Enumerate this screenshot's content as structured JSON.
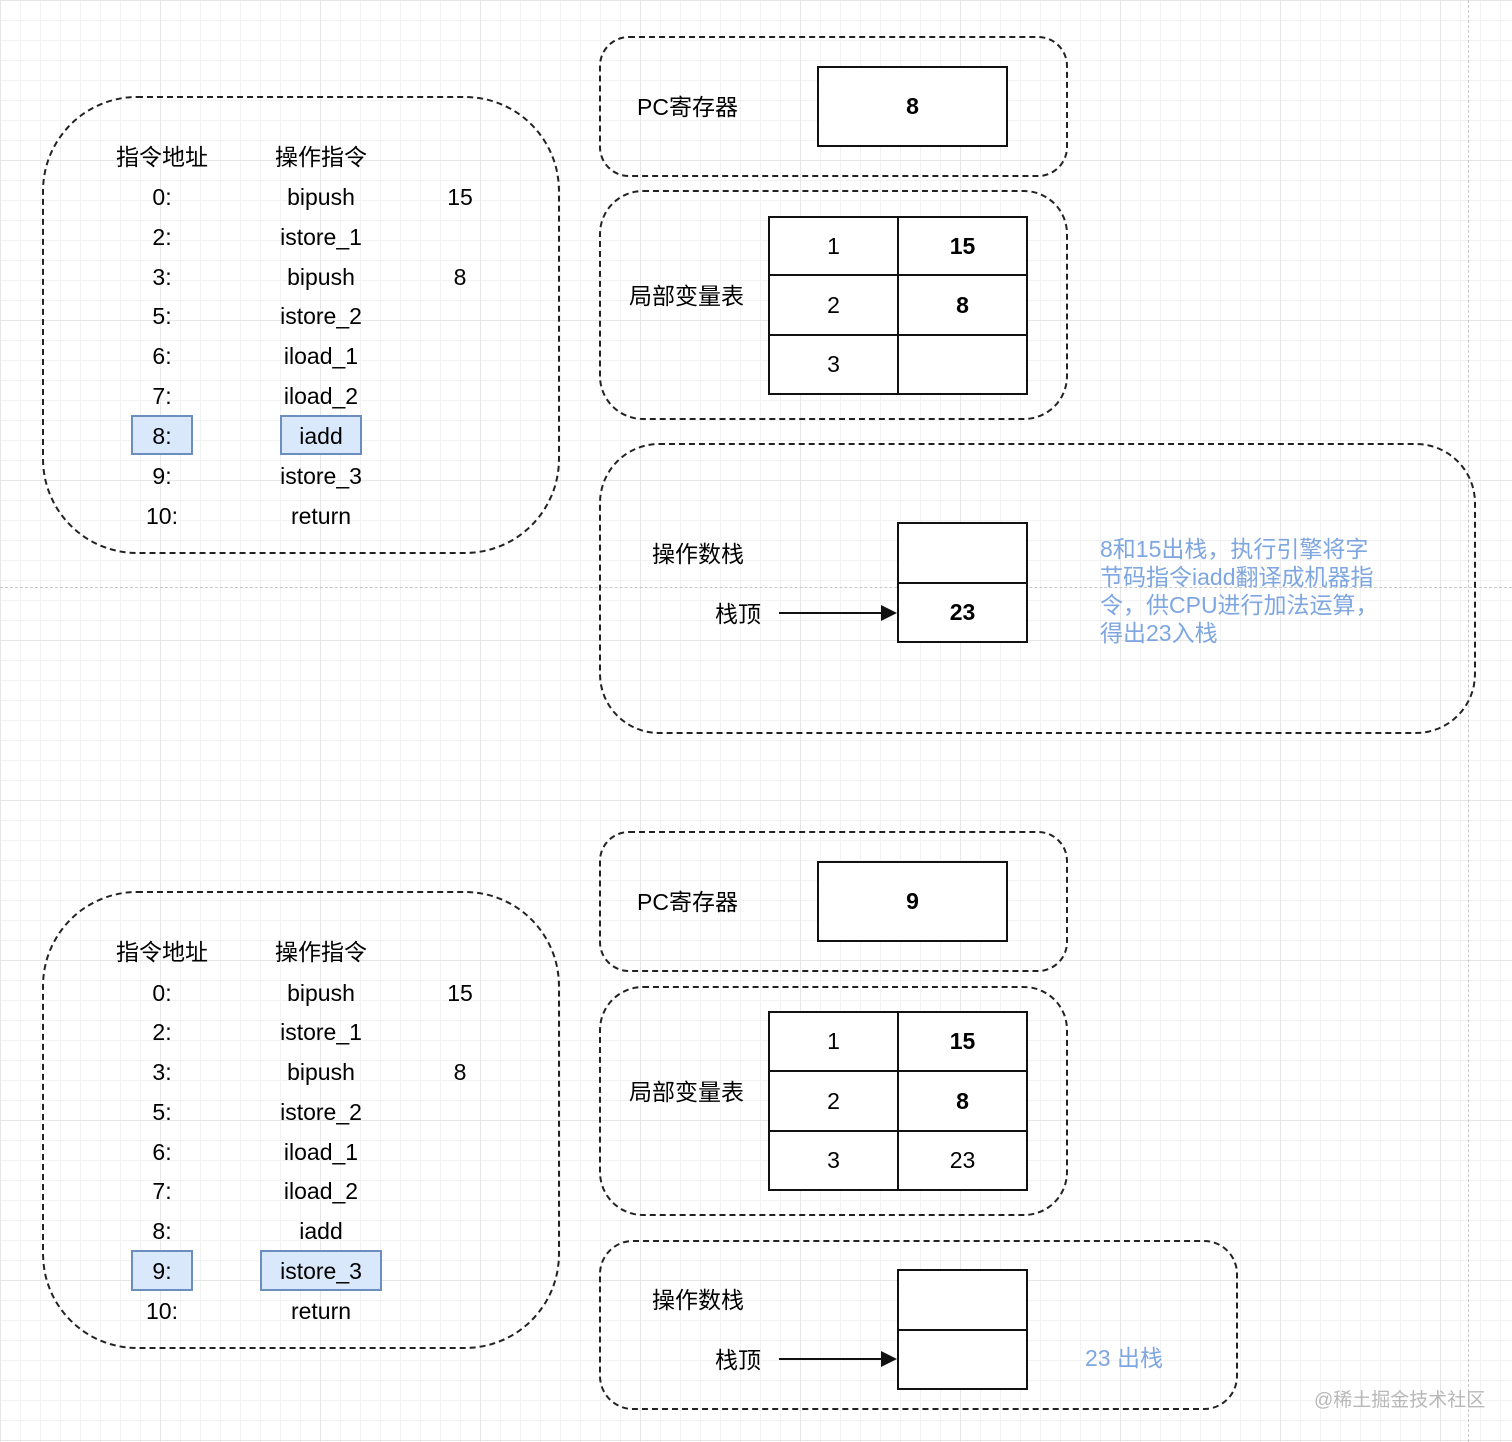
{
  "panels": [
    {
      "instructions": {
        "header_addr": "指令地址",
        "header_op": "操作指令",
        "rows": [
          {
            "addr": "0:",
            "op": "bipush",
            "arg": "15"
          },
          {
            "addr": "2:",
            "op": "istore_1",
            "arg": ""
          },
          {
            "addr": "3:",
            "op": "bipush",
            "arg": "8"
          },
          {
            "addr": "5:",
            "op": "istore_2",
            "arg": ""
          },
          {
            "addr": "6:",
            "op": "iload_1",
            "arg": ""
          },
          {
            "addr": "7:",
            "op": "iload_2",
            "arg": ""
          },
          {
            "addr": "8:",
            "op": "iadd",
            "arg": ""
          },
          {
            "addr": "9:",
            "op": "istore_3",
            "arg": ""
          },
          {
            "addr": "10:",
            "op": "return",
            "arg": ""
          }
        ],
        "highlight_index": 6
      },
      "pc": {
        "label": "PC寄存器",
        "value": "8"
      },
      "locals": {
        "label": "局部变量表",
        "rows": [
          {
            "index": "1",
            "value": "15"
          },
          {
            "index": "2",
            "value": "8"
          },
          {
            "index": "3",
            "value": ""
          }
        ]
      },
      "operand_stack": {
        "label": "操作数栈",
        "top_label": "栈顶",
        "cells": [
          "",
          "23"
        ]
      },
      "note": [
        "8和15出栈，执行引擎将字",
        "节码指令iadd翻译成机器指",
        "令，供CPU进行加法运算，",
        "得出23入栈"
      ]
    },
    {
      "instructions": {
        "header_addr": "指令地址",
        "header_op": "操作指令",
        "rows": [
          {
            "addr": "0:",
            "op": "bipush",
            "arg": "15"
          },
          {
            "addr": "2:",
            "op": "istore_1",
            "arg": ""
          },
          {
            "addr": "3:",
            "op": "bipush",
            "arg": "8"
          },
          {
            "addr": "5:",
            "op": "istore_2",
            "arg": ""
          },
          {
            "addr": "6:",
            "op": "iload_1",
            "arg": ""
          },
          {
            "addr": "7:",
            "op": "iload_2",
            "arg": ""
          },
          {
            "addr": "8:",
            "op": "iadd",
            "arg": ""
          },
          {
            "addr": "9:",
            "op": "istore_3",
            "arg": ""
          },
          {
            "addr": "10:",
            "op": "return",
            "arg": ""
          }
        ],
        "highlight_index": 7
      },
      "pc": {
        "label": "PC寄存器",
        "value": "9"
      },
      "locals": {
        "label": "局部变量表",
        "rows": [
          {
            "index": "1",
            "value": "15"
          },
          {
            "index": "2",
            "value": "8"
          },
          {
            "index": "3",
            "value": "23"
          }
        ]
      },
      "operand_stack": {
        "label": "操作数栈",
        "top_label": "栈顶",
        "cells": [
          "",
          ""
        ]
      },
      "note": [
        "23 出栈"
      ]
    }
  ],
  "watermark": "@稀土掘金技术社区",
  "colors": {
    "note": "#7ea6e0",
    "highlight_fill": "#dae8fc",
    "highlight_border": "#6c8ebf"
  }
}
